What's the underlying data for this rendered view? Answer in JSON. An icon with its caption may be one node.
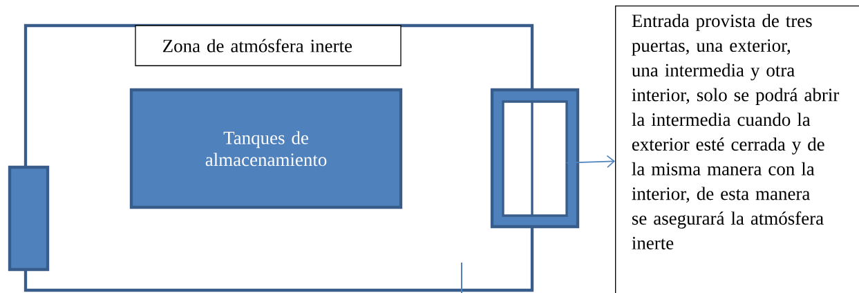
{
  "diagram": {
    "nodes": [
      {
        "text": [],
        "shape": "box"
      },
      {
        "text": [
          "Zona de atmósfera inerte"
        ],
        "in": 0
      },
      {
        "text": [
          "Tanques de almacenamiento"
        ],
        "in": 0
      },
      {
        "text": [],
        "shape": "box"
      },
      {
        "text": [],
        "shape": "box"
      },
      {
        "text": [
          "Entrada provista de tres puertas, una exterior, una intermedia y otra interior, solo se podrá abrir la intermedia cuando la exterior esté cerrada  y de la misma manera con la interior, de esta manera se asegurará la atmósfera inerte"
        ]
      }
    ],
    "edges": [
      {
        "from": 3,
        "to": 5,
        "arrow": "to"
      }
    ]
  }
}
